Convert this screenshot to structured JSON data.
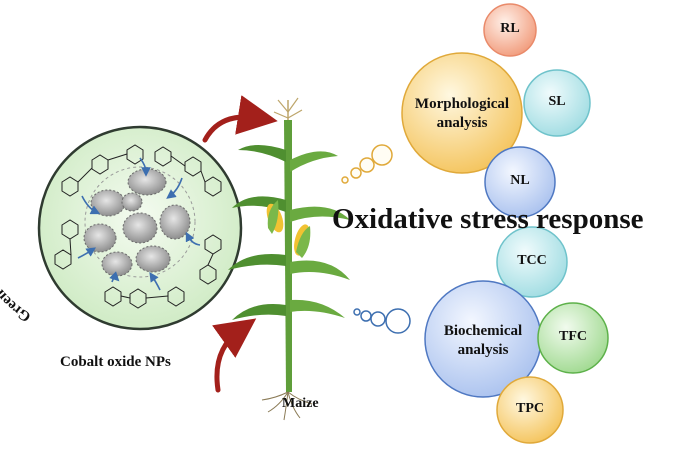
{
  "labels": {
    "left_arc": "Green surface chemistry",
    "nps": "Cobalt oxide NPs",
    "plant": "Maize",
    "center": "Oxidative stress response"
  },
  "morphological": {
    "title_line1": "Morphological",
    "title_line2": "analysis",
    "bubbles": [
      "RL",
      "SL",
      "NL"
    ]
  },
  "biochemical": {
    "title_line1": "Biochemical",
    "title_line2": "analysis",
    "bubbles": [
      "TCC",
      "TFC",
      "TPC"
    ]
  },
  "colors": {
    "circle_fill": "#dff2d8",
    "circle_stroke": "#2f3b30",
    "arrow": "#a3201b",
    "yellow_bubble": "#f6d27a",
    "orange_bubble": "#f5b097",
    "teal_bubble": "#b7e6ea",
    "blue_bubble": "#c6d6f3",
    "green_bubble": "#bfe8b5",
    "stem": "#5f9e3a",
    "corn": "#f1c232"
  }
}
